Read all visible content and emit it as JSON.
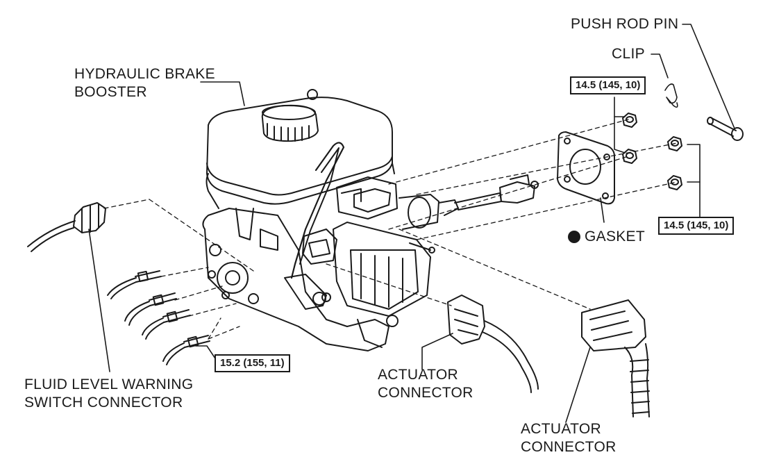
{
  "labels": {
    "push_rod_pin": "PUSH ROD PIN",
    "clip": "CLIP",
    "booster_line1": "HYDRAULIC BRAKE",
    "booster_line2": "BOOSTER",
    "gasket": "GASKET",
    "fluid_level_line1": "FLUID LEVEL WARNING",
    "fluid_level_line2": "SWITCH CONNECTOR",
    "actuator_connector_a_line1": "ACTUATOR",
    "actuator_connector_a_line2": "CONNECTOR",
    "actuator_connector_b_line1": "ACTUATOR",
    "actuator_connector_b_line2": "CONNECTOR"
  },
  "torque_specs": {
    "upper_nuts": "14.5 (145, 10)",
    "lower_nuts": "14.5 (145, 10)",
    "brake_lines": "15.2 (155, 11)"
  },
  "symbols": {
    "gasket_marker": "non-reusable-part-dot"
  },
  "colors": {
    "ink": "#1a1a1a",
    "paper": "#ffffff"
  }
}
